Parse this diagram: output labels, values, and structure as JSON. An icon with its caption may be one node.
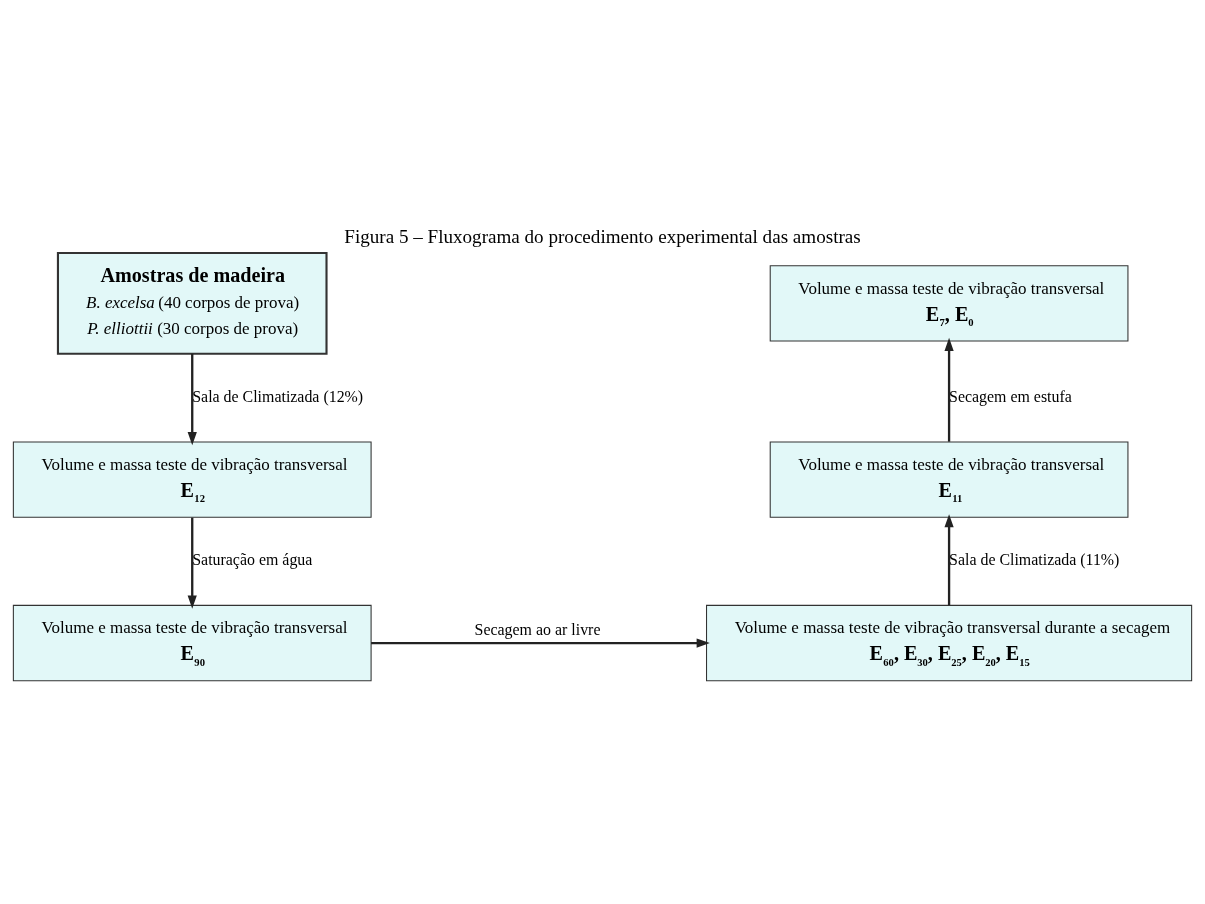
{
  "diagram": {
    "title": "Figura 5 – Fluxograma do procedimento experimental das amostras",
    "nodes": [
      {
        "text": [
          "Amostras de madeira",
          "*B. excelsa* (40 corpos de prova)",
          "*P. elliottii* (30 corpos de prova)"
        ]
      },
      {
        "text": [
          "Volume e massa teste de vibração transversal",
          "E$_{12}$"
        ]
      },
      {
        "text": [
          "Volume e massa teste de vibração transversal",
          "E$_{90}$"
        ]
      },
      {
        "text": [
          "Volume e massa teste de vibração transversal durante a secagem",
          "E$_{60}$, E$_{30}$, E$_{25}$, E$_{20}$, E$_{15}$"
        ]
      },
      {
        "text": [
          "Volume e massa teste de vibração transversal",
          "E$_{11}$"
        ]
      },
      {
        "text": [
          "Volume e massa teste de vibração transversal",
          "E$_{7}$, E$_{0}$"
        ]
      }
    ],
    "edges": [
      {
        "from": 0,
        "to": 1,
        "arrow": "to",
        "label": "Sala de Climatizada (12%)"
      },
      {
        "from": 1,
        "to": 2,
        "arrow": "to",
        "label": "Saturação em água"
      },
      {
        "from": 2,
        "to": 3,
        "arrow": "to",
        "label": "Secagem ao ar livre"
      },
      {
        "from": 3,
        "to": 4,
        "arrow": "to",
        "label": "Sala de Climatizada (11%)"
      },
      {
        "from": 4,
        "to": 5,
        "arrow": "to",
        "label": "Secagem em estufa"
      }
    ]
  }
}
